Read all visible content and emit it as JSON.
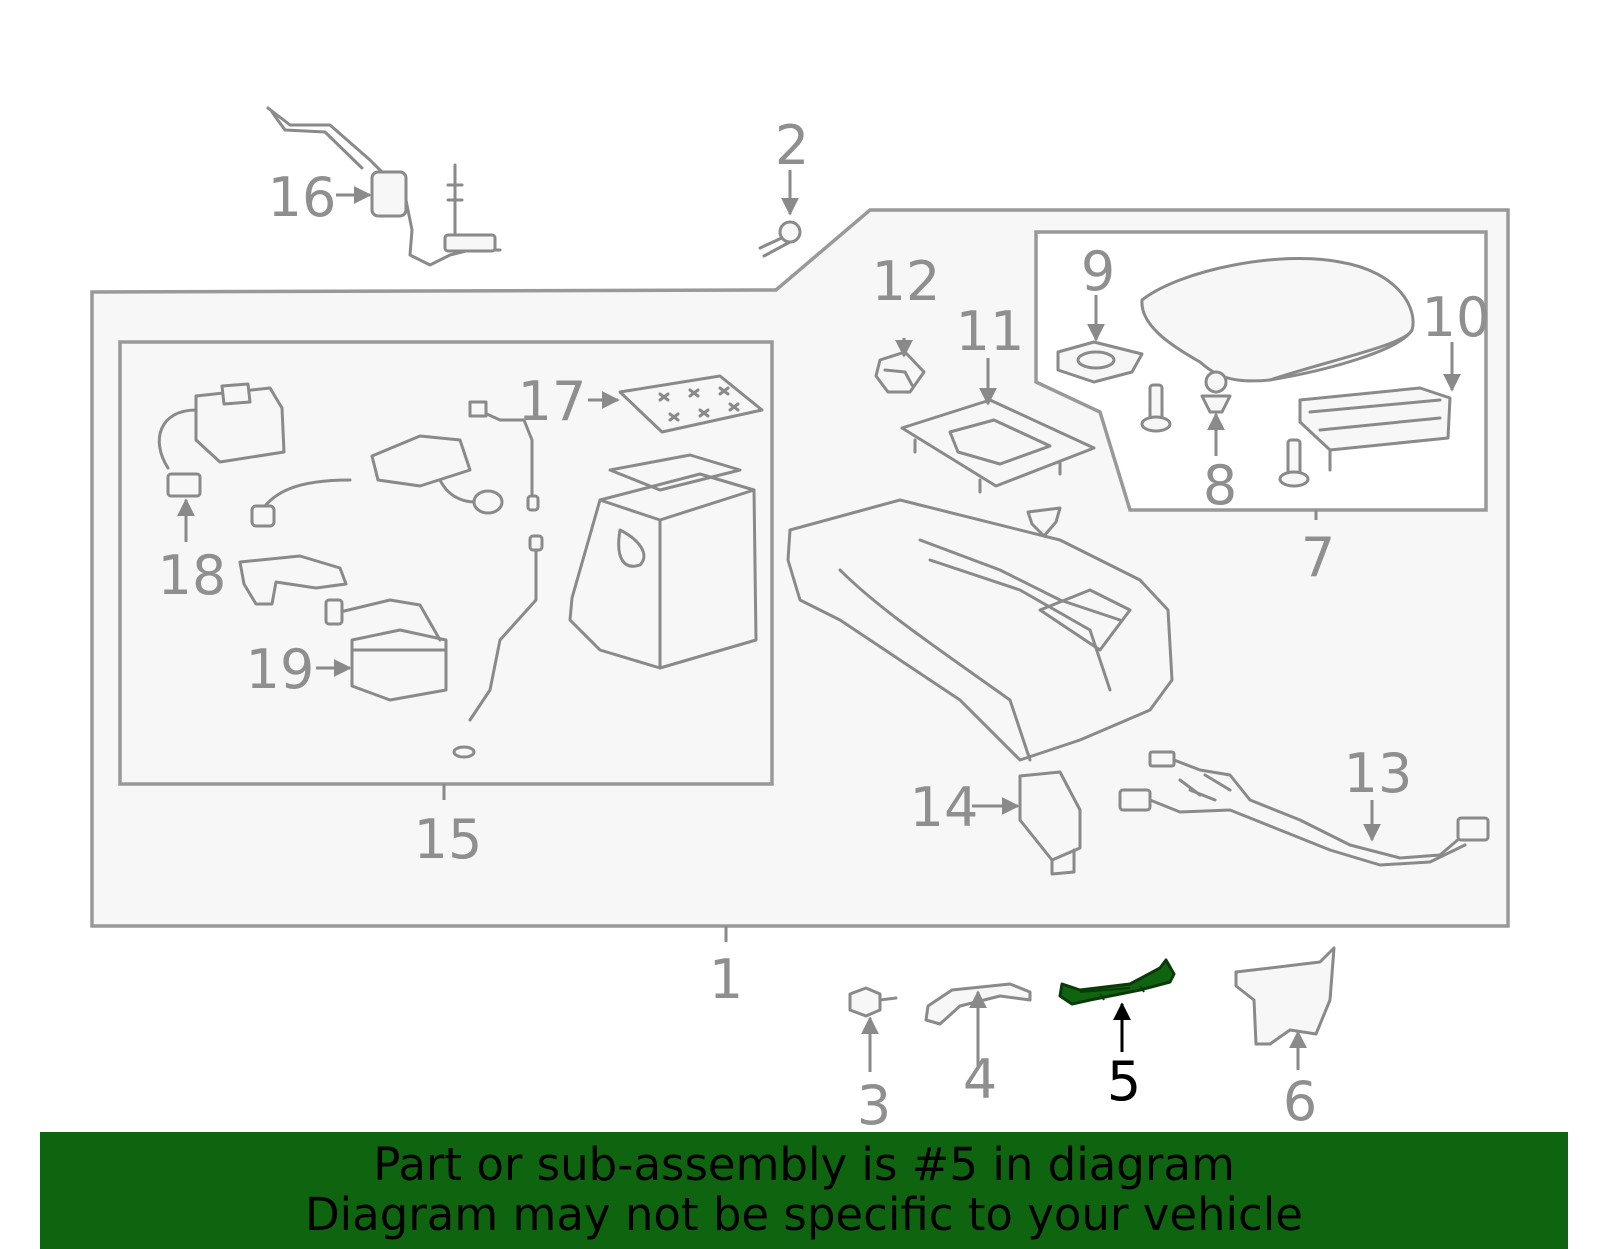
{
  "diagram": {
    "highlighted_part": "5",
    "colors": {
      "line": "#8a8a8a",
      "highlight": "#0f650f",
      "banner": "#0f650f"
    },
    "callouts": {
      "c1": "1",
      "c2": "2",
      "c3": "3",
      "c4": "4",
      "c5": "5",
      "c6": "6",
      "c7": "7",
      "c8": "8",
      "c9": "9",
      "c10": "10",
      "c11": "11",
      "c12": "12",
      "c13": "13",
      "c14": "14",
      "c15": "15",
      "c16": "16",
      "c17": "17",
      "c18": "18",
      "c19": "19"
    }
  },
  "banner": {
    "line1": "Part or sub-assembly is #5 in diagram",
    "line2": "Diagram may not be specific to your vehicle"
  }
}
